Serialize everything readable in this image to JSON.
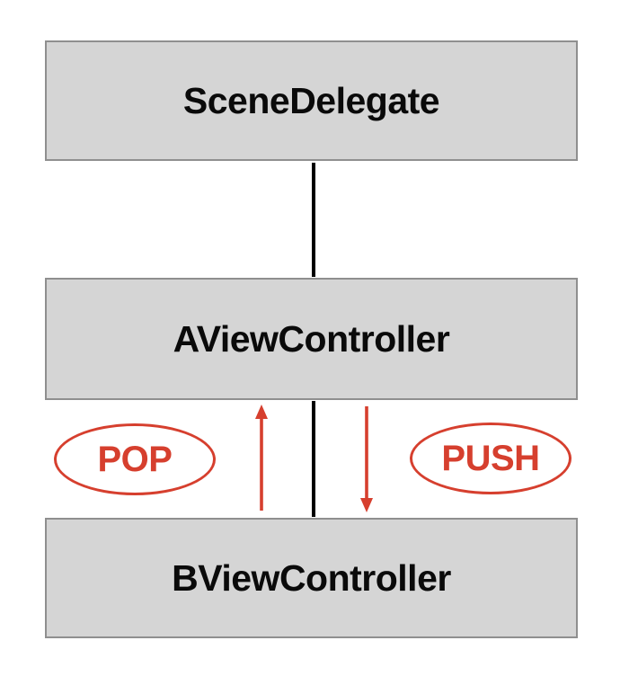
{
  "diagram": {
    "nodes": [
      {
        "id": "scene-delegate",
        "label": "SceneDelegate"
      },
      {
        "id": "a-view-controller",
        "label": "AViewController"
      },
      {
        "id": "b-view-controller",
        "label": "BViewController"
      }
    ],
    "annotations": [
      {
        "id": "pop",
        "label": "POP",
        "arrow_direction": "up"
      },
      {
        "id": "push",
        "label": "PUSH",
        "arrow_direction": "down"
      }
    ],
    "connectors": [
      {
        "from": "scene-delegate",
        "to": "a-view-controller"
      },
      {
        "from": "a-view-controller",
        "to": "b-view-controller"
      }
    ],
    "colors": {
      "box_fill": "#d5d5d5",
      "box_border": "#8f8f8f",
      "connector": "#000000",
      "accent_red": "#d63f2e",
      "bg": "#ffffff"
    }
  }
}
